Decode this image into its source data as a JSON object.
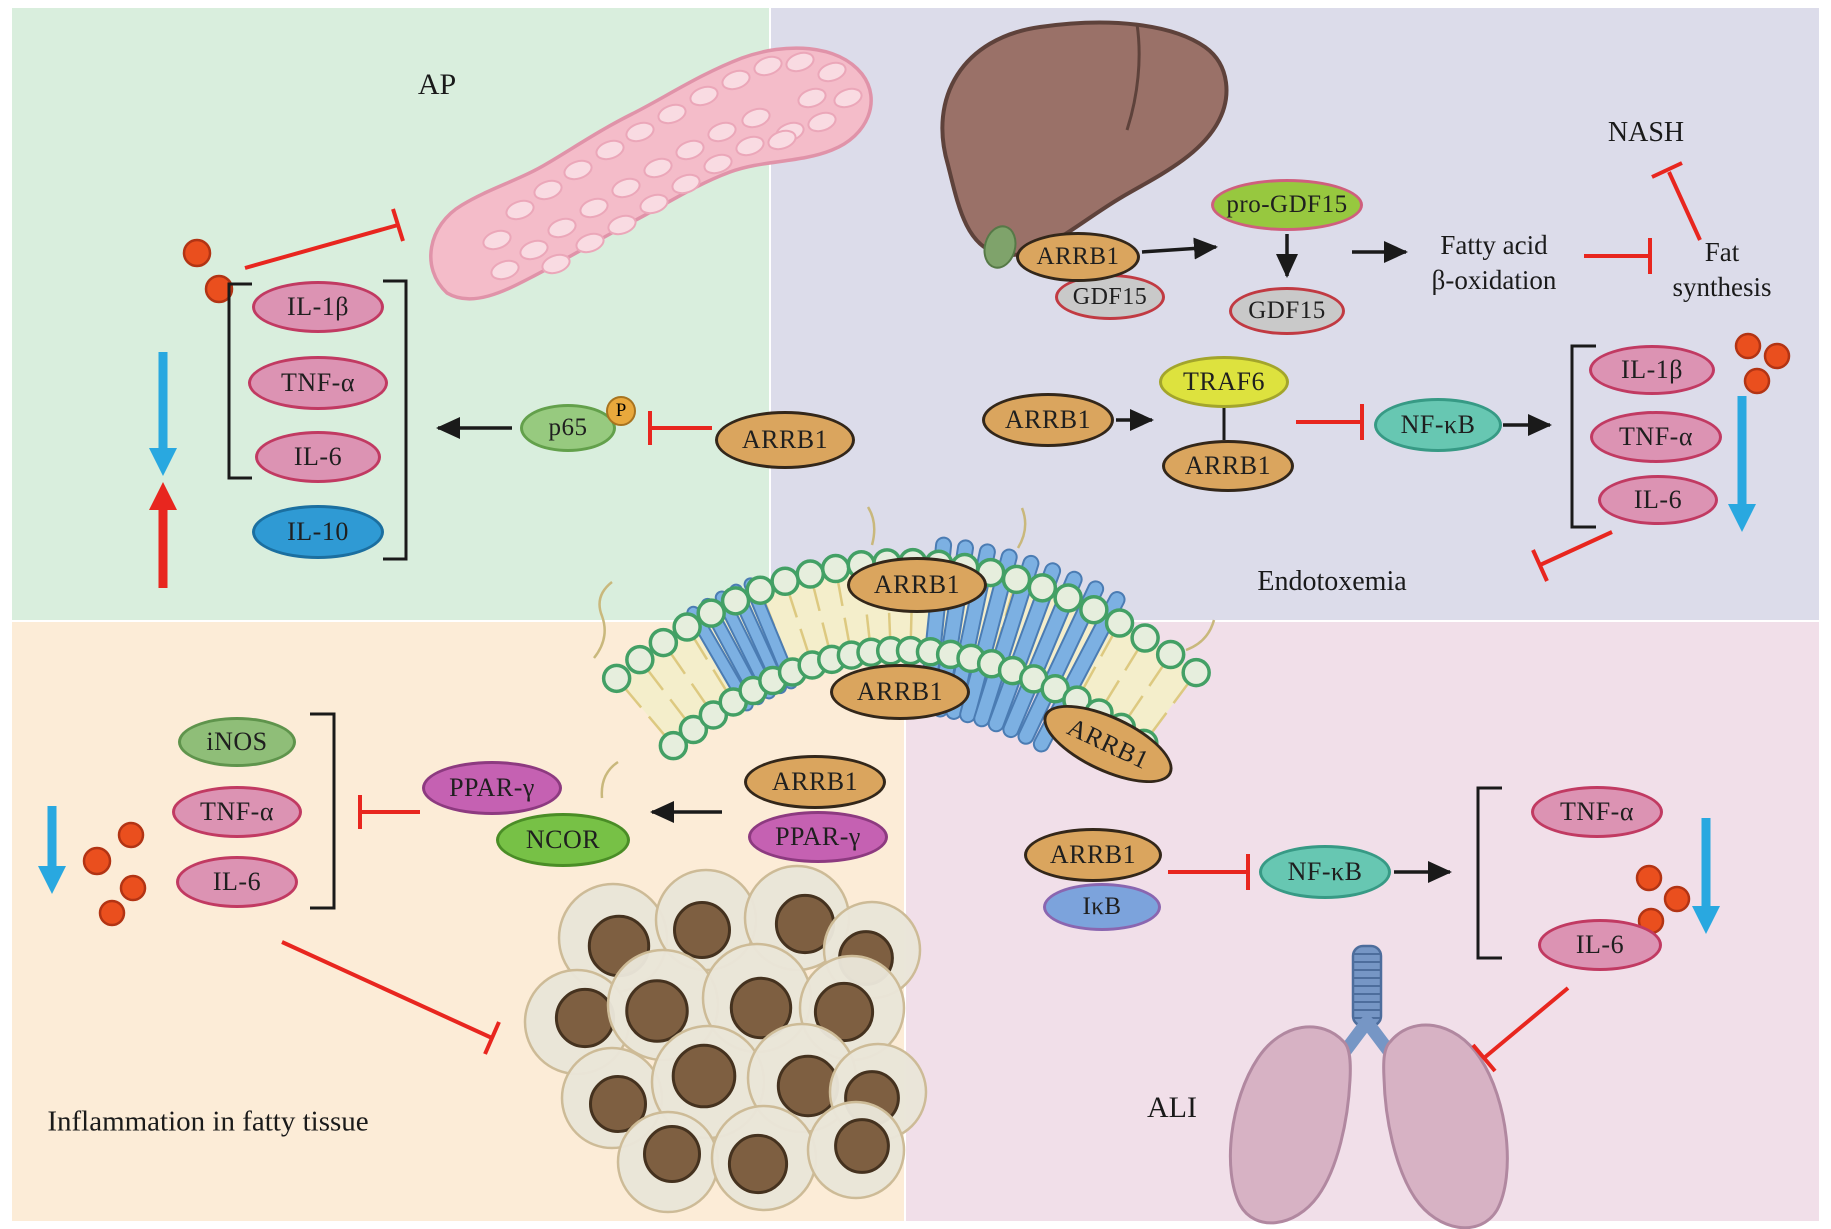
{
  "panels": {
    "ap": {
      "title": "AP",
      "cytokines": {
        "il1b": "IL-1β",
        "tnfa": "TNF-α",
        "il6": "IL-6",
        "il10": "IL-10"
      },
      "p65": "p65",
      "phospho": "P",
      "arrb1": "ARRB1"
    },
    "liver": {
      "arrb1_top": "ARRB1",
      "gdf15_complex": "GDF15",
      "pro_gdf15": "pro-GDF15",
      "gdf15_mature": "GDF15",
      "fatty_acid_line1": "Fatty acid",
      "fatty_acid_line2": "β-oxidation",
      "nash": "NASH",
      "fat_line1": "Fat",
      "fat_line2": "synthesis",
      "arrb1_mid": "ARRB1",
      "traf6": "TRAF6",
      "arrb1_traf6": "ARRB1",
      "nfkb": "NF-κB",
      "cytokines": {
        "il1b": "IL-1β",
        "tnfa": "TNF-α",
        "il6": "IL-6"
      },
      "endotoxemia": "Endotoxemia"
    },
    "membrane": {
      "arrb1_top": "ARRB1",
      "arrb1_left": "ARRB1",
      "arrb1_right": "ARRB1"
    },
    "fat": {
      "inos": "iNOS",
      "tnfa": "TNF-α",
      "il6": "IL-6",
      "pparg": "PPAR-γ",
      "ncor": "NCOR",
      "arrb1": "ARRB1",
      "pparg_complex": "PPAR-γ",
      "caption": "Inflammation in fatty tissue"
    },
    "ali": {
      "arrb1": "ARRB1",
      "ikb": "IκB",
      "nfkb": "NF-κB",
      "tnfa": "TNF-α",
      "il6": "IL-6",
      "title": "ALI"
    }
  },
  "palette": {
    "arrb1_fill": "#daa55e",
    "cytokine_pink": "#dc93b3",
    "il10_blue": "#2f9ad4",
    "nfkb_teal": "#67c7b2",
    "inhibition_red": "#e8261f",
    "decrease_blue": "#29a8e0",
    "increase_red": "#e8261f",
    "panel_green": "#d9eedd",
    "panel_lavender": "#dcdcea",
    "panel_peach": "#fcecd7",
    "panel_pink": "#f1dfe9"
  }
}
